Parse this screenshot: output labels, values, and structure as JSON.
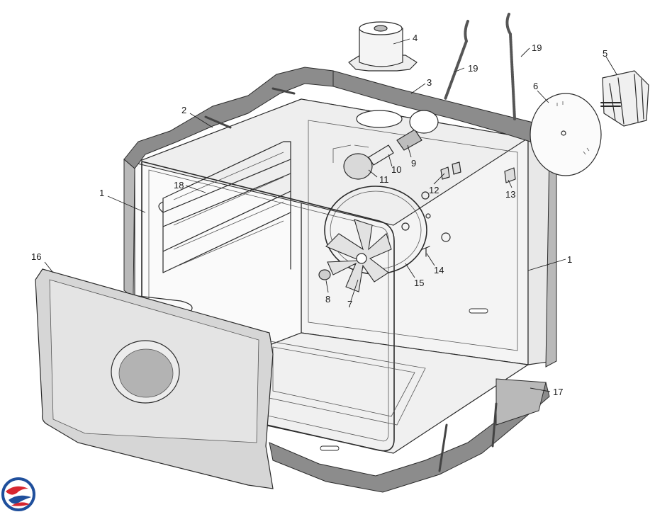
{
  "diagram": {
    "callouts": [
      {
        "id": "c1a",
        "text": "1"
      },
      {
        "id": "c1b",
        "text": "1"
      },
      {
        "id": "c2",
        "text": "2"
      },
      {
        "id": "c3",
        "text": "3"
      },
      {
        "id": "c4",
        "text": "4"
      },
      {
        "id": "c5",
        "text": "5"
      },
      {
        "id": "c6",
        "text": "6"
      },
      {
        "id": "c7",
        "text": "7"
      },
      {
        "id": "c8",
        "text": "8"
      },
      {
        "id": "c9",
        "text": "9"
      },
      {
        "id": "c10",
        "text": "10"
      },
      {
        "id": "c11",
        "text": "11"
      },
      {
        "id": "c12",
        "text": "12"
      },
      {
        "id": "c13",
        "text": "13"
      },
      {
        "id": "c14",
        "text": "14"
      },
      {
        "id": "c15",
        "text": "15"
      },
      {
        "id": "c16",
        "text": "16"
      },
      {
        "id": "c17",
        "text": "17"
      },
      {
        "id": "c18",
        "text": "18"
      },
      {
        "id": "c19a",
        "text": "19"
      },
      {
        "id": "c19b",
        "text": "19"
      }
    ]
  },
  "logo": {
    "icon": "brand-swirl-logo-icon",
    "colors": [
      "#d7262f",
      "#1f4f9c"
    ]
  },
  "colors": {
    "line": "#2a2a2a",
    "insulation": "#8c8c8c",
    "panel": "#f4f4f4"
  }
}
